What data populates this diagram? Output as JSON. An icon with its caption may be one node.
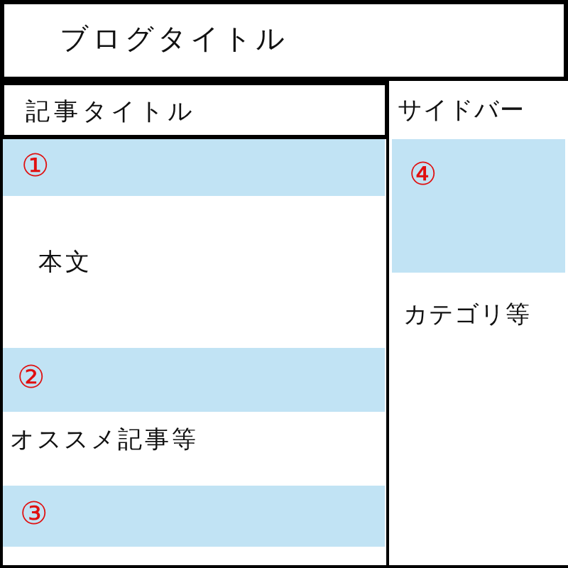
{
  "diagram": {
    "nodes": [
      {
        "text": [
          "ブログタイトル"
        ]
      },
      {
        "text": [
          "本文",
          "オススメ記事等"
        ]
      },
      {
        "text": [
          "記事タイトル"
        ],
        "in": 1
      },
      {
        "text": [
          "①"
        ],
        "in": 1
      },
      {
        "text": [
          "②"
        ],
        "in": 1
      },
      {
        "text": [
          "③"
        ],
        "in": 1
      },
      {
        "text": [
          "サイドバー",
          "カテゴリ等"
        ]
      },
      {
        "text": [
          "④"
        ],
        "in": 6
      }
    ]
  }
}
